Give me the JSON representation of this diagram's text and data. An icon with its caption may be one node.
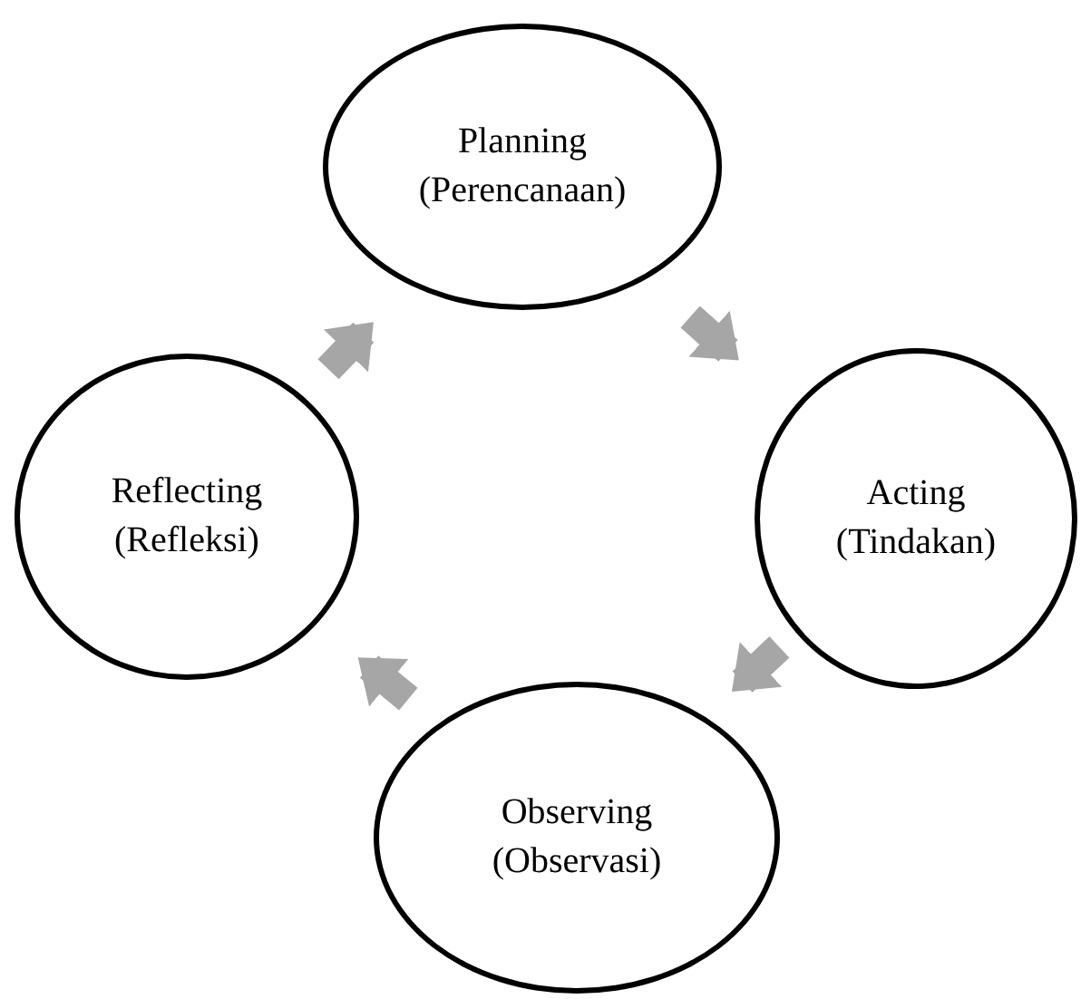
{
  "diagram": {
    "nodes": [
      {
        "text": [
          "Planning (Perencanaan)"
        ]
      },
      {
        "text": [
          "Acting (Tindakan)"
        ]
      },
      {
        "text": [
          "Observing (Observasi)"
        ]
      },
      {
        "text": [
          "Reflecting (Refleksi)"
        ]
      }
    ],
    "edges": [
      {
        "from": 0,
        "to": 1,
        "arrow": "to"
      },
      {
        "from": 1,
        "to": 2,
        "arrow": "to"
      },
      {
        "from": 2,
        "to": 3,
        "arrow": "to"
      },
      {
        "from": 3,
        "to": 0,
        "arrow": "to"
      }
    ]
  }
}
